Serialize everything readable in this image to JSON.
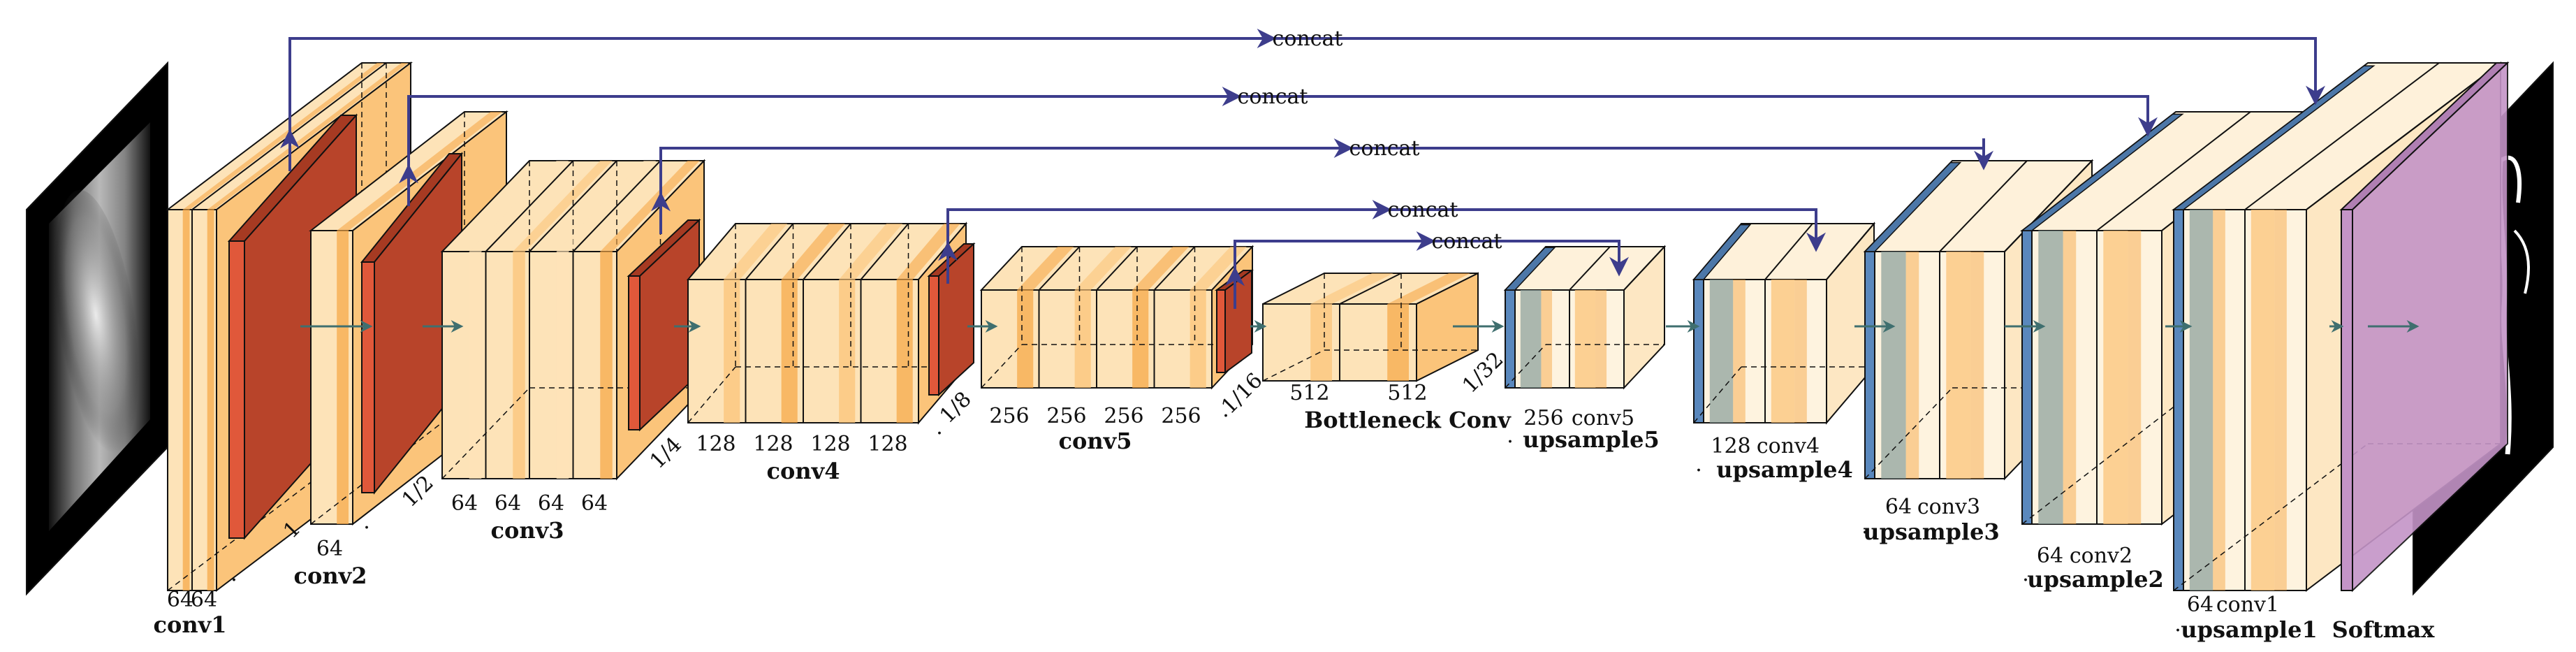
{
  "colors": {
    "conv_light": "#fde3b8",
    "conv_mid": "#fbc47a",
    "conv_dark": "#f6a94a",
    "pool": "#e0583a",
    "pool_edge": "#7a1f10",
    "upsample": "#5a88bd",
    "softmax": "#c494c7",
    "arrow": "#3d3d8c",
    "flow": "#3f6f6f",
    "edge": "#111111"
  },
  "stages": [
    {
      "key": "conv1",
      "name": "conv1",
      "channels": [
        "64",
        "64"
      ],
      "scale": "1"
    },
    {
      "key": "conv2",
      "name": "conv2",
      "channels": [
        "64"
      ],
      "scale": "1/2"
    },
    {
      "key": "conv3",
      "name": "conv3",
      "channels": [
        "64",
        "64",
        "64",
        "64"
      ],
      "scale": "1/4"
    },
    {
      "key": "conv4",
      "name": "conv4",
      "channels": [
        "128",
        "128",
        "128",
        "128"
      ],
      "scale": "1/8"
    },
    {
      "key": "conv5",
      "name": "conv5",
      "channels": [
        "256",
        "256",
        "256",
        "256"
      ],
      "scale": "1/16"
    },
    {
      "key": "bottleneck",
      "name": "Bottleneck Conv",
      "channels": [
        "512",
        "512"
      ],
      "scale": "1/32"
    }
  ],
  "decoder": [
    {
      "key": "up5",
      "name": "upsample5",
      "channels": [
        "256"
      ],
      "skip": "conv5"
    },
    {
      "key": "up4",
      "name": "upsample4",
      "channels": [
        "128"
      ],
      "skip": "conv4"
    },
    {
      "key": "up3",
      "name": "upsample3",
      "channels": [
        "64"
      ],
      "skip": "conv3"
    },
    {
      "key": "up2",
      "name": "upsample2",
      "channels": [
        "64"
      ],
      "skip": "conv2"
    },
    {
      "key": "up1",
      "name": "upsample1",
      "channels": [
        "64"
      ],
      "skip": "conv1"
    }
  ],
  "softmax": "Softmax",
  "concat_label": "concat",
  "dot": "·"
}
